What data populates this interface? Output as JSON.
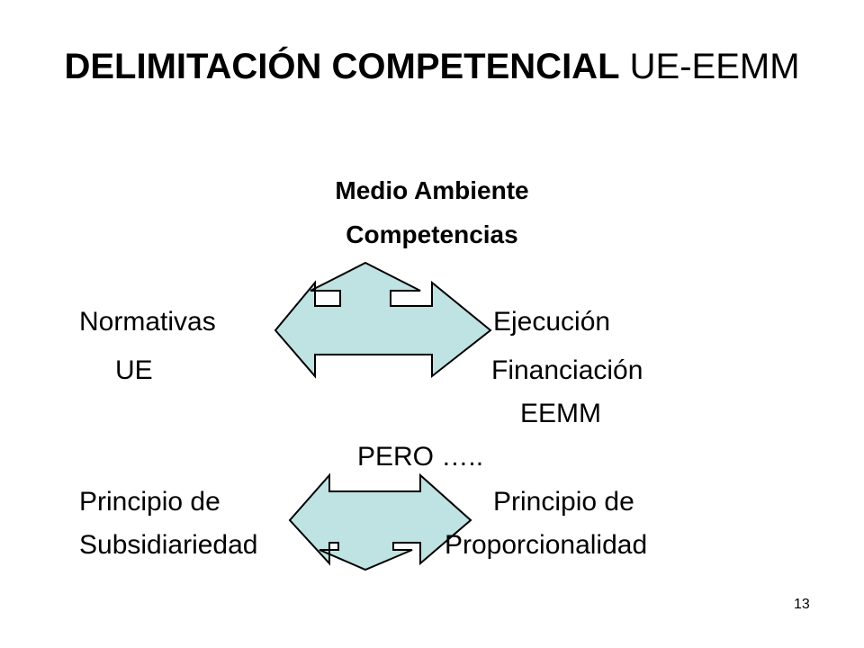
{
  "slide": {
    "title_bold": "DELIMITACIÓN COMPETENCIAL",
    "title_regular": "UE-EEMM",
    "subtitle_line1": "Medio Ambiente",
    "subtitle_line2": "Competencias",
    "left_top_line1": "Normativas",
    "left_top_line2": "UE",
    "right_top_line1": "Ejecución",
    "right_top_line2": "Financiación",
    "right_top_line3": "EEMM",
    "middle_text": "PERO …..",
    "left_bottom_line1": "Principio de",
    "left_bottom_line2": "Subsidiariedad",
    "right_bottom_line1": "Principio de",
    "right_bottom_line2": "Proporcionalidad",
    "page_number": "13"
  },
  "colors": {
    "arrow_fill": "#bfe2e2",
    "arrow_stroke": "#000000",
    "text": "#000000",
    "background": "#ffffff"
  },
  "icons": {
    "top_arrow": "three-way-arrow-up-left-right",
    "bottom_arrow": "three-way-arrow-down-left-right"
  }
}
